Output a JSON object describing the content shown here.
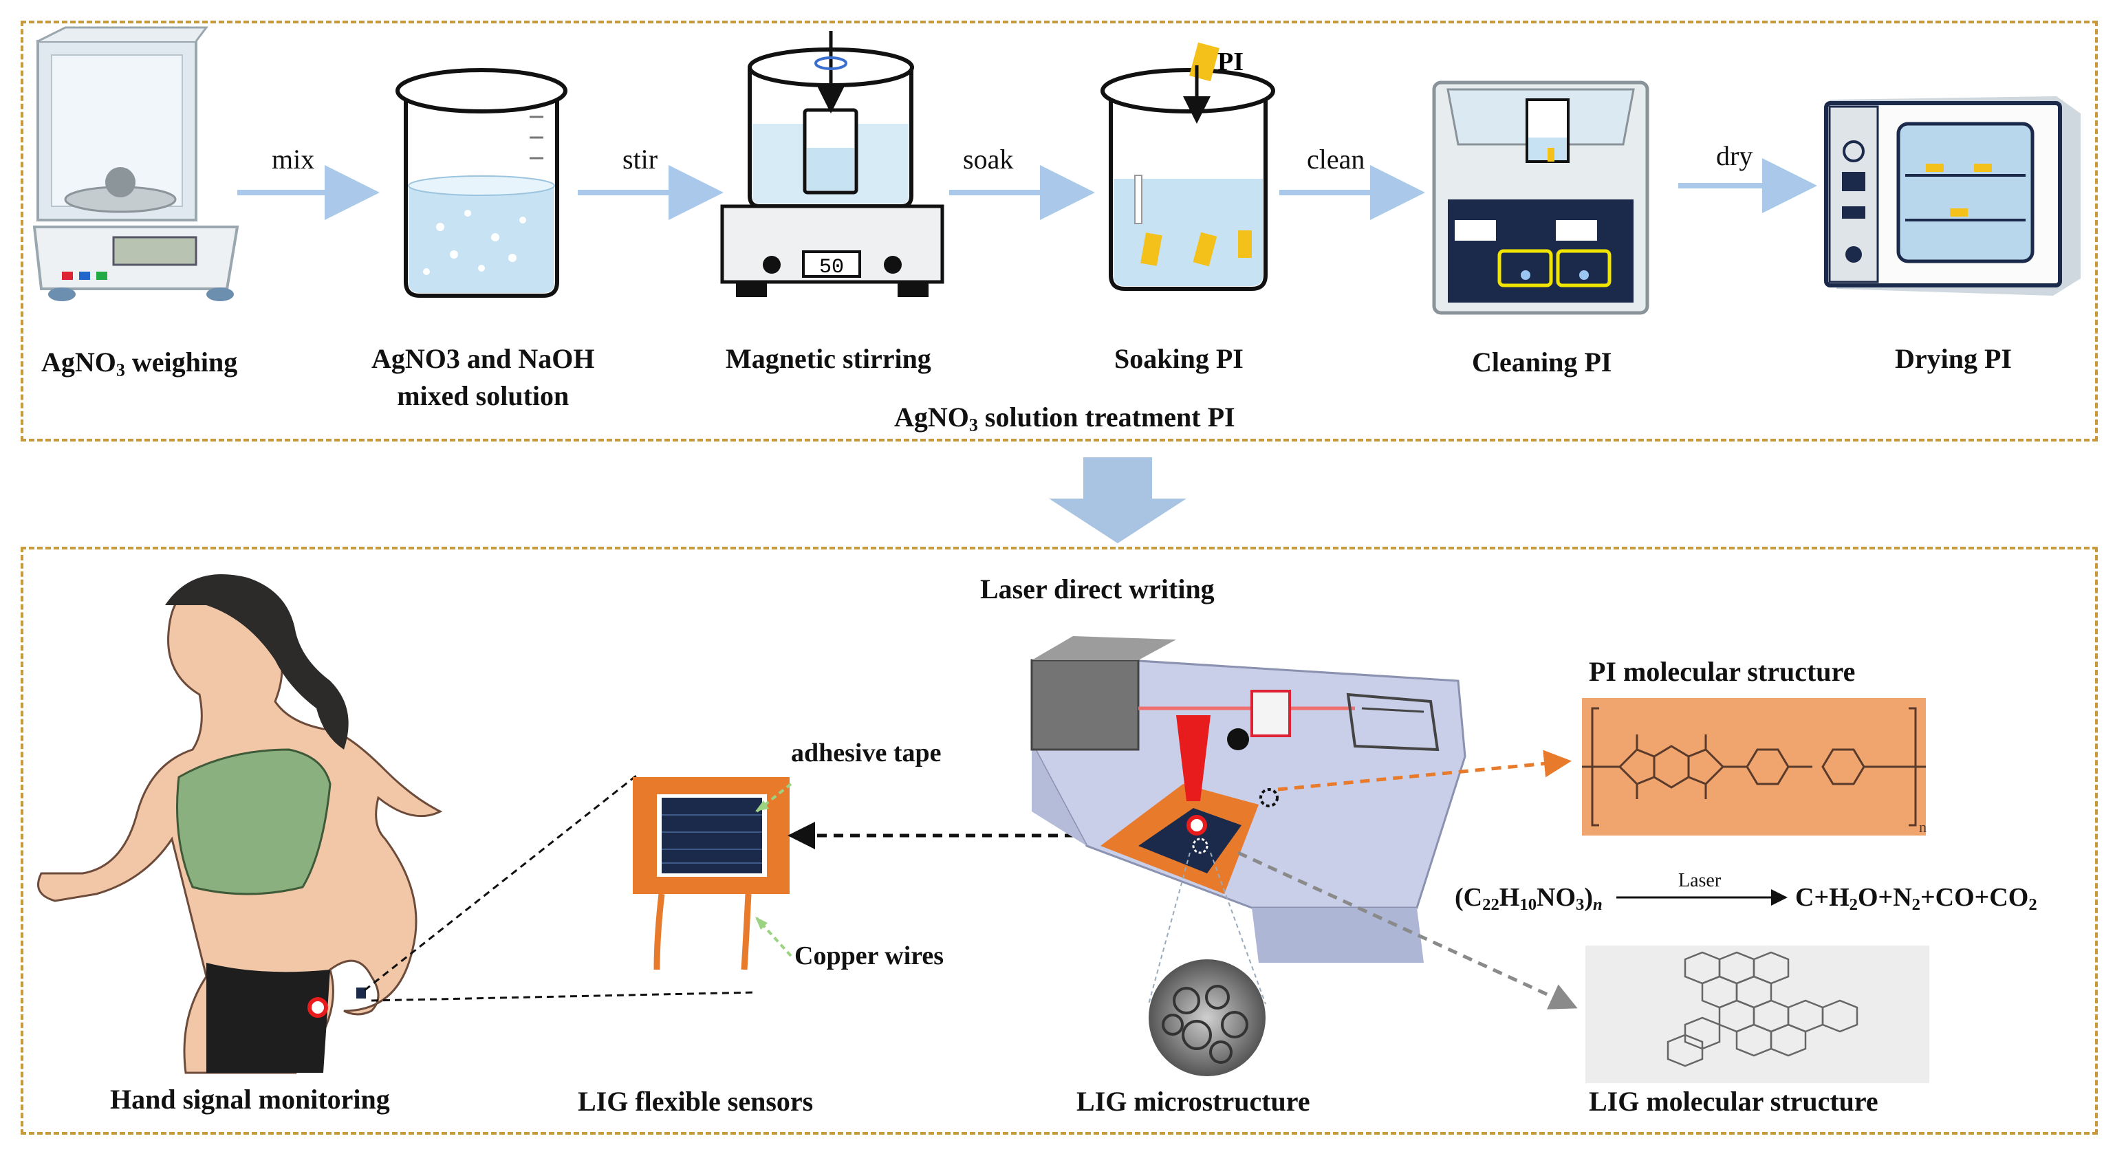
{
  "top_panel": {
    "steps": [
      {
        "label": "AgNO3 weighing",
        "label_main": "AgNO",
        "label_sub": "3",
        "label_tail": " weighing"
      },
      {
        "label": "AgNO3 and NaOH mixed solution",
        "line1": "AgNO3 and NaOH",
        "line2": "mixed solution"
      },
      {
        "label": "Magnetic stirring"
      },
      {
        "label": "Soaking PI"
      },
      {
        "label": "Cleaning PI"
      },
      {
        "label": "Drying PI"
      }
    ],
    "actions": [
      "mix",
      "stir",
      "soak",
      "clean",
      "dry"
    ],
    "pi_tag": "PI",
    "stirrer_display": "50",
    "caption_main": "AgNO",
    "caption_sub": "3",
    "caption_tail": " solution treatment PI"
  },
  "bottom_panel": {
    "title": "Laser direct writing",
    "labels": {
      "hand": "Hand signal monitoring",
      "sensors": "LIG flexible sensors",
      "micro": "LIG microstructure",
      "lig_mol": "LIG molecular structure",
      "pi_mol": "PI molecular structure",
      "adhesive": "adhesive tape",
      "copper": "Copper wires"
    },
    "pi_repeat_n": "n",
    "reaction": {
      "reactant": "(C22H10NO3)n",
      "r_c": "(C",
      "r_c_sub": "22",
      "r_h": "H",
      "r_h_sub": "10",
      "r_no": "NO",
      "r_no_sub": "3",
      "r_close": ")",
      "r_n": "n",
      "arrow_label": "Laser",
      "product": "C+H2O+N2+CO+CO2",
      "p1": "C+H",
      "p1_sub": "2",
      "p2": "O+N",
      "p2_sub": "2",
      "p3": "+CO+CO",
      "p3_sub": "2"
    }
  },
  "colors": {
    "panel_border": "#c89a3a",
    "flow_arrow": "#a9c8ea",
    "big_arrow": "#a9c3e3",
    "orange": "#e87a2c",
    "pi_bg": "#f0a46e",
    "lig_bg": "#ededed",
    "laser_red": "#e81c1c"
  }
}
